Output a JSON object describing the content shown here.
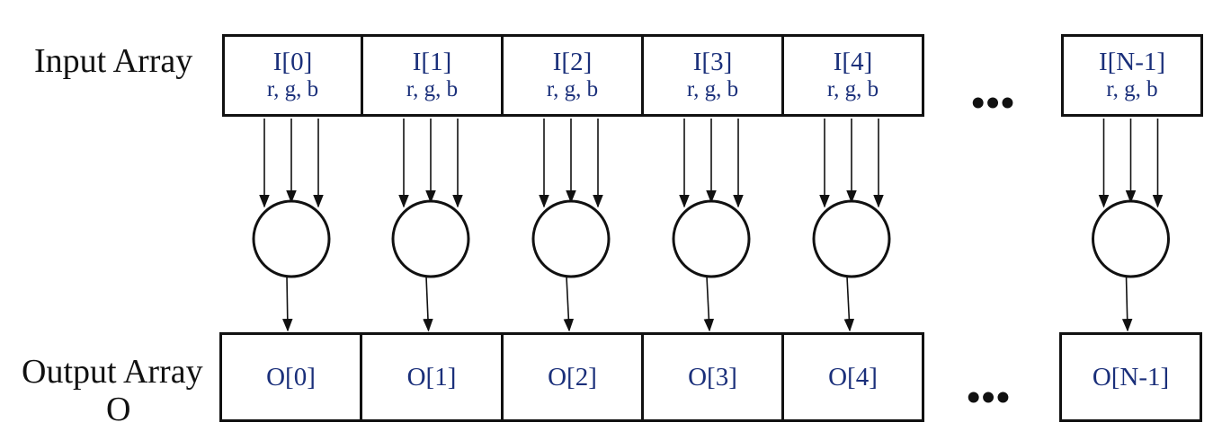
{
  "input_label": "Input Array",
  "output_label_line1": "Output Array",
  "output_label_line2": "O",
  "ellipsis": "•••",
  "text_color": "#1a2f7a",
  "line_color": "#111111",
  "input_cells": [
    {
      "name": "I[0]",
      "sub": "r, g, b"
    },
    {
      "name": "I[1]",
      "sub": "r, g, b"
    },
    {
      "name": "I[2]",
      "sub": "r, g, b"
    },
    {
      "name": "I[3]",
      "sub": "r, g, b"
    },
    {
      "name": "I[4]",
      "sub": "r, g, b"
    },
    {
      "name": "I[N-1]",
      "sub": "r, g, b"
    }
  ],
  "output_cells": [
    {
      "name": "O[0]"
    },
    {
      "name": "O[1]"
    },
    {
      "name": "O[2]"
    },
    {
      "name": "O[3]"
    },
    {
      "name": "O[4]"
    },
    {
      "name": "O[N-1]"
    }
  ]
}
